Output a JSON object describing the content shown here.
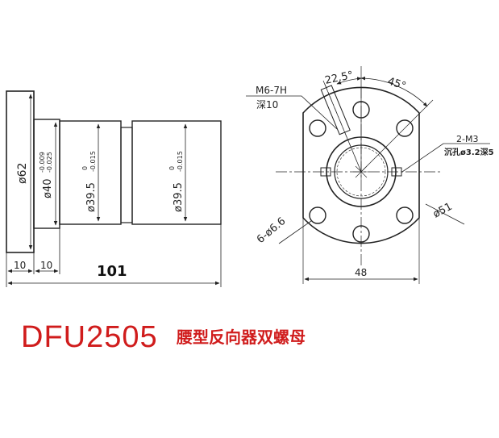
{
  "title": "DFU2505",
  "subtitle": "腰型反向器双螺母",
  "side_view": {
    "dim_flange_dia": "ø62",
    "dim_spigot": {
      "main": "ø40",
      "sup": "-0.009",
      "sub": "-0.025"
    },
    "dim_body1": {
      "main": "ø39.5",
      "sup": "0",
      "sub": "-0.015"
    },
    "dim_body2": {
      "main": "ø39.5",
      "sup": "0",
      "sub": "-0.015"
    },
    "dim_len_a": "10",
    "dim_len_b": "10",
    "dim_total": "101"
  },
  "front_view": {
    "thread_note": "M6-7H",
    "thread_depth": "深10",
    "angle_a": "22.5°",
    "angle_b": "45°",
    "oil_hole": "2-M3",
    "oil_hole_note": "沉孔ø3.2深5",
    "pcd": "ø51",
    "holes": "6-ø6.6",
    "width": "48"
  }
}
